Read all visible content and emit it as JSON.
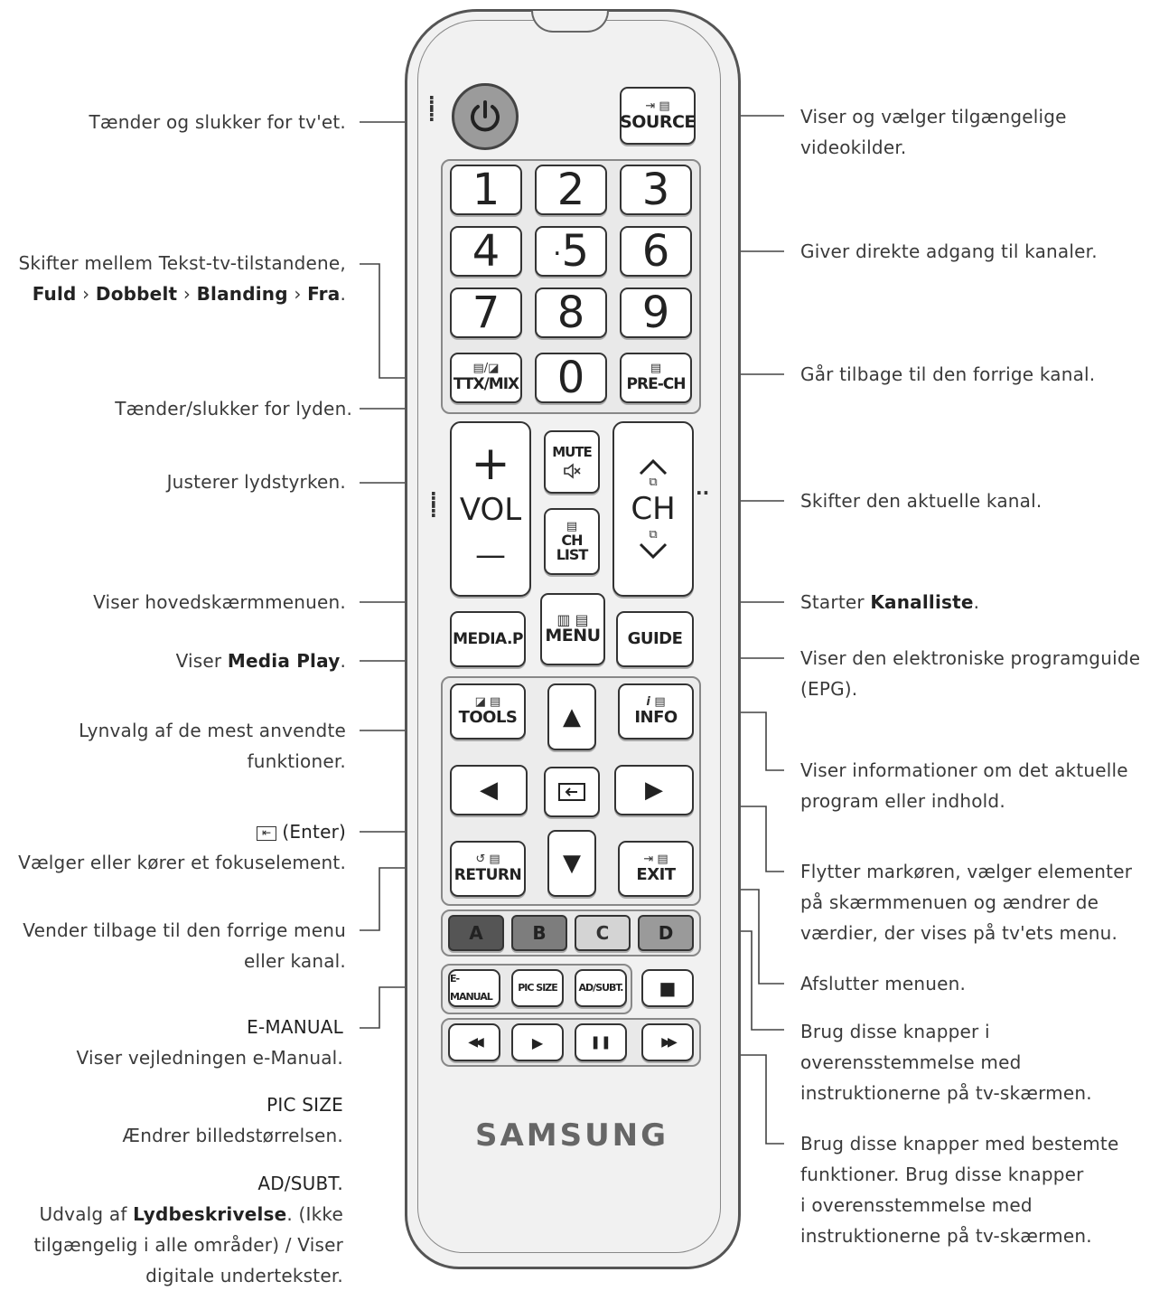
{
  "left_labels": [
    {
      "id": "power",
      "lines": [
        "Tænder og slukker for tv'et."
      ]
    },
    {
      "id": "ttx",
      "lines": [
        "Skifter mellem Tekst-tv-tilstandene,"
      ],
      "sub_parts": [
        "Fuld",
        " › ",
        "Dobbelt",
        " › ",
        "Blanding",
        " › ",
        "Fra",
        "."
      ]
    },
    {
      "id": "mute",
      "lines": [
        "Tænder/slukker for lyden."
      ]
    },
    {
      "id": "vol",
      "lines": [
        "Justerer lydstyrken."
      ]
    },
    {
      "id": "menu",
      "lines": [
        "Viser hovedskærmmenuen."
      ]
    },
    {
      "id": "media",
      "pre": "Viser ",
      "bold": "Media Play",
      "post": "."
    },
    {
      "id": "tools",
      "lines": [
        "Lynvalg af de mest anvendte",
        "funktioner."
      ]
    },
    {
      "id": "enter",
      "title": "(Enter)",
      "lines": [
        "Vælger eller kører et fokuselement."
      ]
    },
    {
      "id": "return",
      "lines": [
        "Vender tilbage til den forrige menu",
        "eller kanal."
      ]
    },
    {
      "id": "emanual",
      "title": "E-MANUAL",
      "lines": [
        "Viser vejledningen e-Manual."
      ]
    },
    {
      "id": "picsize",
      "title": "PIC SIZE",
      "lines": [
        "Ændrer billedstørrelsen."
      ]
    },
    {
      "id": "adsubt",
      "title": "AD/SUBT.",
      "line1_pre": "Udvalg af ",
      "line1_bold": "Lydbeskrivelse",
      "line1_post": ". (Ikke",
      "lines": [
        "tilgængelig i alle områder) / Viser",
        "digitale undertekster."
      ]
    }
  ],
  "right_labels": [
    {
      "id": "source",
      "lines": [
        "Viser og vælger tilgængelige",
        "videokilder."
      ]
    },
    {
      "id": "numbers",
      "lines": [
        "Giver direkte adgang til kanaler."
      ]
    },
    {
      "id": "prech",
      "lines": [
        "Går tilbage til den forrige kanal."
      ]
    },
    {
      "id": "ch",
      "lines": [
        "Skifter den aktuelle kanal."
      ]
    },
    {
      "id": "chlist",
      "pre": "Starter ",
      "bold": "Kanalliste",
      "post": "."
    },
    {
      "id": "guide",
      "lines": [
        "Viser den elektroniske programguide",
        "(EPG)."
      ]
    },
    {
      "id": "info",
      "lines": [
        "Viser informationer om det aktuelle",
        "program eller indhold."
      ]
    },
    {
      "id": "arrows",
      "lines": [
        "Flytter markøren, vælger elementer",
        "på skærmmenuen og ændrer de",
        "værdier, der vises på tv'ets menu."
      ]
    },
    {
      "id": "exit",
      "lines": [
        "Afslutter menuen."
      ]
    },
    {
      "id": "color",
      "lines": [
        "Brug disse knapper i",
        "overensstemmelse med",
        "instruktionerne på tv-skærmen."
      ]
    },
    {
      "id": "special",
      "lines": [
        "Brug disse knapper med bestemte",
        "funktioner. Brug disse knapper",
        "i overensstemmelse med",
        "instruktionerne på tv-skærmen."
      ]
    }
  ],
  "remote": {
    "brand": "SAMSUNG",
    "source_label": "SOURCE",
    "numbers": [
      "1",
      "2",
      "3",
      "4",
      "5",
      "6",
      "7",
      "8",
      "9",
      "0"
    ],
    "ttx_label": "TTX/MIX",
    "prech_label": "PRE-CH",
    "mute_label": "MUTE",
    "vol_label": "VOL",
    "vol_plus": "+",
    "vol_minus": "—",
    "ch_label": "CH",
    "chlist_label_1": "CH",
    "chlist_label_2": "LIST",
    "mediap_label": "MEDIA.P",
    "menu_label": "MENU",
    "guide_label": "GUIDE",
    "tools_label": "TOOLS",
    "info_label": "INFO",
    "return_label": "RETURN",
    "exit_label": "EXIT",
    "color_buttons": [
      {
        "label": "A",
        "color": "#555555"
      },
      {
        "label": "B",
        "color": "#7d7d7d"
      },
      {
        "label": "C",
        "color": "#d4d4d4"
      },
      {
        "label": "D",
        "color": "#9a9a9a"
      }
    ],
    "emanual_label": "E-MANUAL",
    "picsize_label": "PIC SIZE",
    "adsubt_label": "AD/SUBT.",
    "icons": {
      "power": "power-icon",
      "up": "▲",
      "down": "▼",
      "left": "◀",
      "right": "▶",
      "stop": "■",
      "rewind": "◀◀",
      "play": "▶",
      "pause": "❚❚",
      "ffwd": "▶▶",
      "enter_glyph": "⇤",
      "return_glyph": "↺",
      "mute_glyph": "🔇",
      "info_glyph": "i"
    }
  }
}
